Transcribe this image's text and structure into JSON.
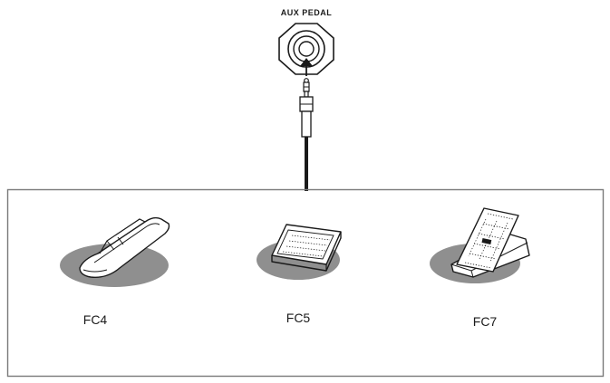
{
  "jack": {
    "label": "AUX PEDAL",
    "icon": "aux-pedal-jack-icon"
  },
  "pedals": [
    {
      "model": "FC4",
      "icon": "sustain-pedal-icon"
    },
    {
      "model": "FC5",
      "icon": "footswitch-icon"
    },
    {
      "model": "FC7",
      "icon": "expression-pedal-icon"
    }
  ],
  "colors": {
    "line": "#1a1a1a",
    "shadow": "#8f8f8f",
    "frame": "#7a7a7a"
  }
}
